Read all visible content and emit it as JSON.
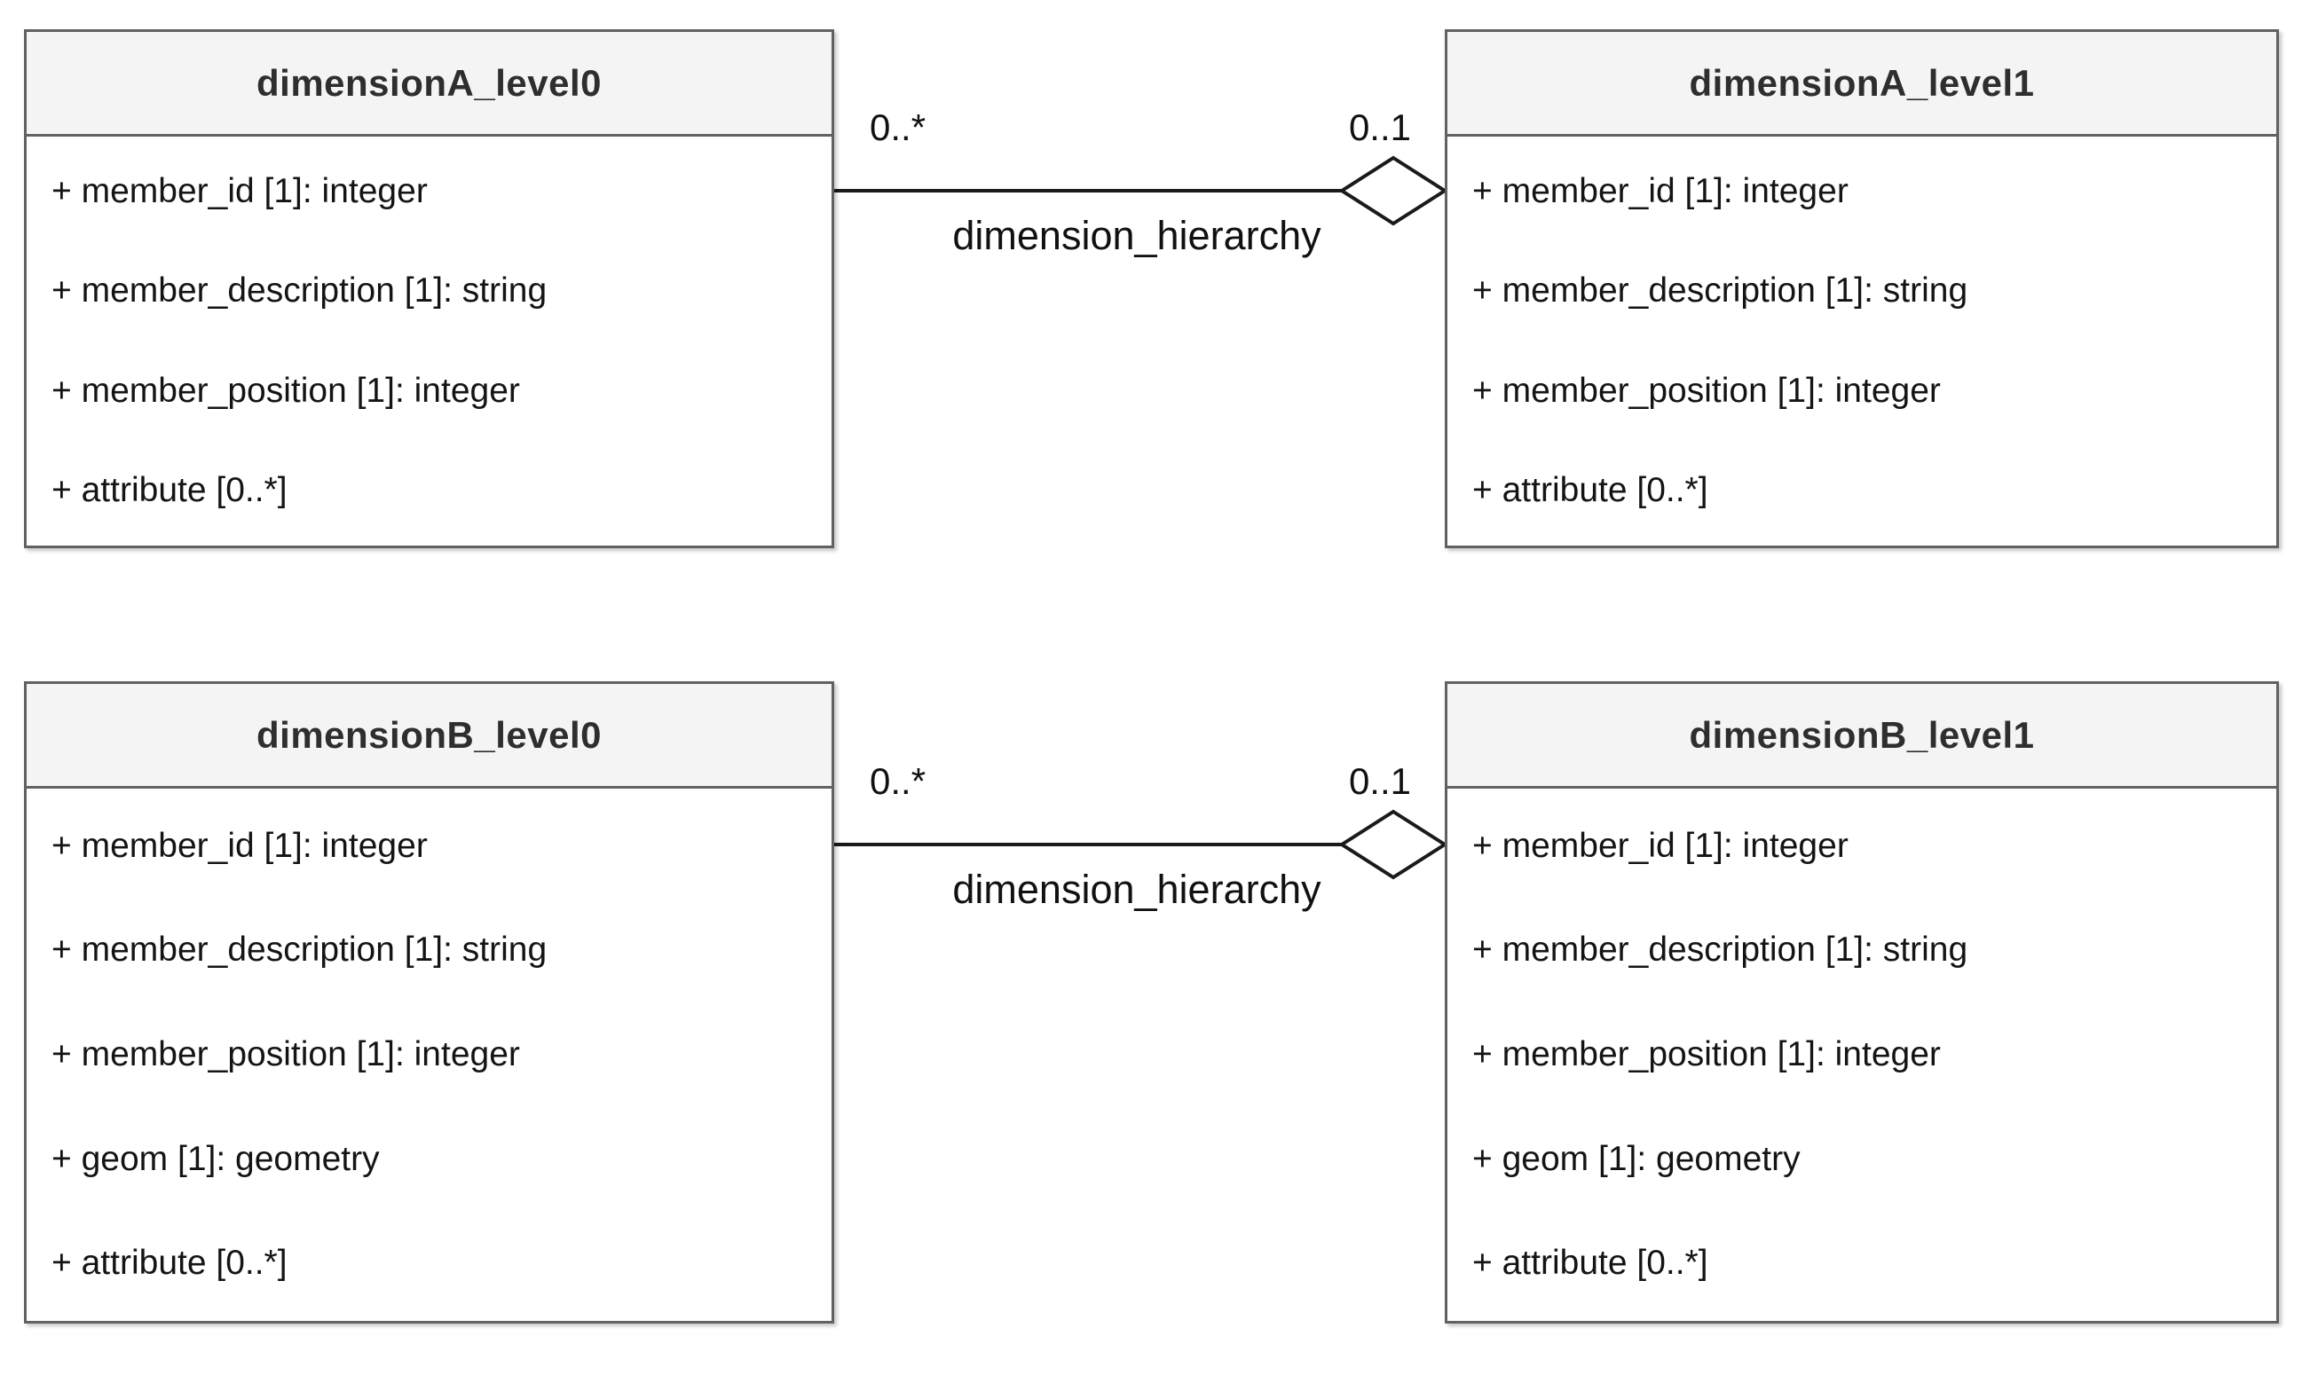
{
  "diagram": {
    "type": "uml-class-diagram",
    "colors": {
      "background": "#ffffff",
      "box_fill": "#ffffff",
      "title_fill": "#f4f4f4",
      "border": "#616161",
      "line": "#1a1a1a",
      "text": "#141414"
    },
    "classes": [
      {
        "title": "dimensionA_level0",
        "attributes": [
          "+ member_id [1]: integer",
          "+ member_description [1]: string",
          "+ member_position [1]: integer",
          "+ attribute [0..*]"
        ]
      },
      {
        "title": "dimensionA_level1",
        "attributes": [
          "+ member_id [1]: integer",
          "+ member_description [1]: string",
          "+ member_position [1]: integer",
          "+ attribute [0..*]"
        ]
      },
      {
        "title": "dimensionB_level0",
        "attributes": [
          "+ member_id [1]: integer",
          "+ member_description [1]: string",
          "+ member_position [1]: integer",
          "+ geom [1]: geometry",
          "+ attribute [0..*]"
        ]
      },
      {
        "title": "dimensionB_level1",
        "attributes": [
          "+ member_id [1]: integer",
          "+ member_description [1]: string",
          "+ member_position [1]: integer",
          "+ geom [1]: geometry",
          "+ attribute [0..*]"
        ]
      }
    ],
    "associations": [
      {
        "from": "dimensionA_level0",
        "to": "dimensionA_level1",
        "label": "dimension_hierarchy",
        "source_multiplicity": "0..*",
        "target_multiplicity": "0..1",
        "type": "aggregation"
      },
      {
        "from": "dimensionB_level0",
        "to": "dimensionB_level1",
        "label": "dimension_hierarchy",
        "source_multiplicity": "0..*",
        "target_multiplicity": "0..1",
        "type": "aggregation"
      }
    ]
  }
}
